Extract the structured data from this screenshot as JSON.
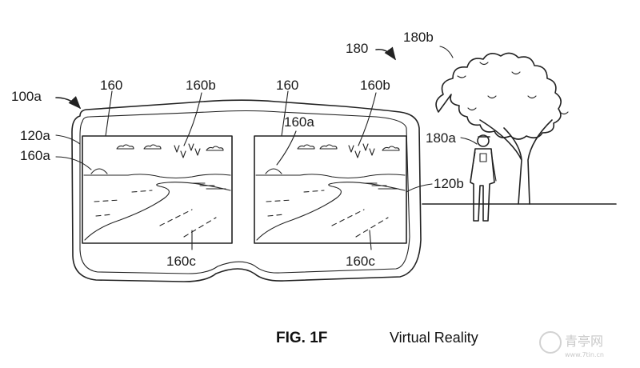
{
  "labels": {
    "headset": "100a",
    "left_screen": "120a",
    "right_screen": "120b",
    "scene_left": "160",
    "scene_right": "160",
    "sun_left": "160a",
    "sun_right": "160a",
    "birds_left": "160b",
    "birds_right": "160b",
    "beach_left": "160c",
    "beach_right": "160c",
    "environment": "180",
    "person": "180a",
    "tree": "180b"
  },
  "caption": {
    "figure": "FIG. 1F",
    "description": "Virtual Reality"
  },
  "watermark": {
    "text": "青亭网",
    "subtext": "www.7tin.cn"
  }
}
